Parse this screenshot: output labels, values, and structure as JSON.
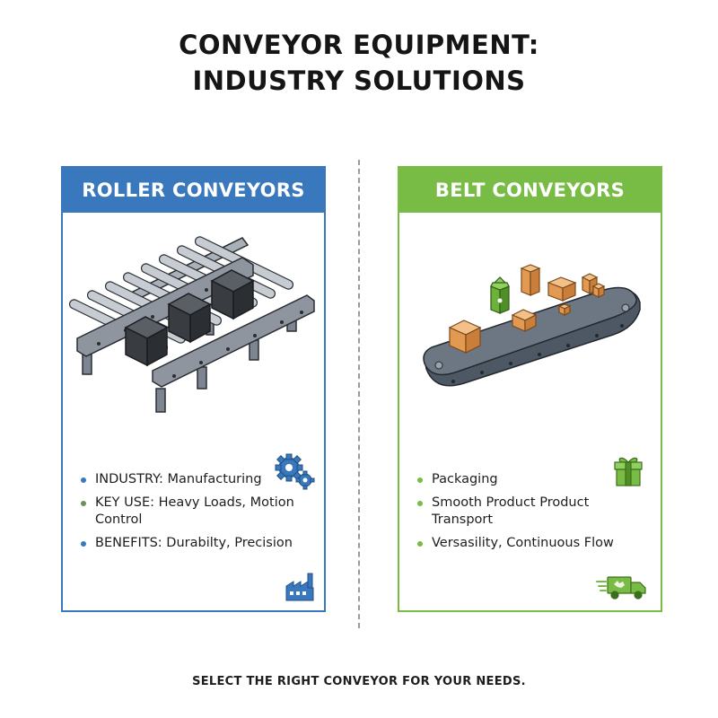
{
  "title": {
    "line1": "CONVEYOR EQUIPMENT:",
    "line2": "INDUSTRY SOLUTIONS"
  },
  "panels": {
    "roller": {
      "header": "ROLLER CONVEYORS",
      "accent": "#3a78bd",
      "bullets": [
        "INDUSTRY: Manufacturing",
        "KEY USE: Heavy Loads, Motion Control",
        "BENEFITS: Durabilty, Precision"
      ],
      "icons": [
        "roller-conveyor-illustration",
        "gears-icon",
        "factory-icon"
      ]
    },
    "belt": {
      "header": "BELT CONVEYORS",
      "accent": "#79bc45",
      "bullets": [
        "Packaging",
        "Smooth Product Product Transport",
        "Versasility, Continuous Flow"
      ],
      "icons": [
        "belt-conveyor-illustration",
        "gift-box-icon",
        "delivery-truck-icon"
      ]
    }
  },
  "footer": "SELECT THE RIGHT CONVEYOR FOR YOUR NEEDS."
}
